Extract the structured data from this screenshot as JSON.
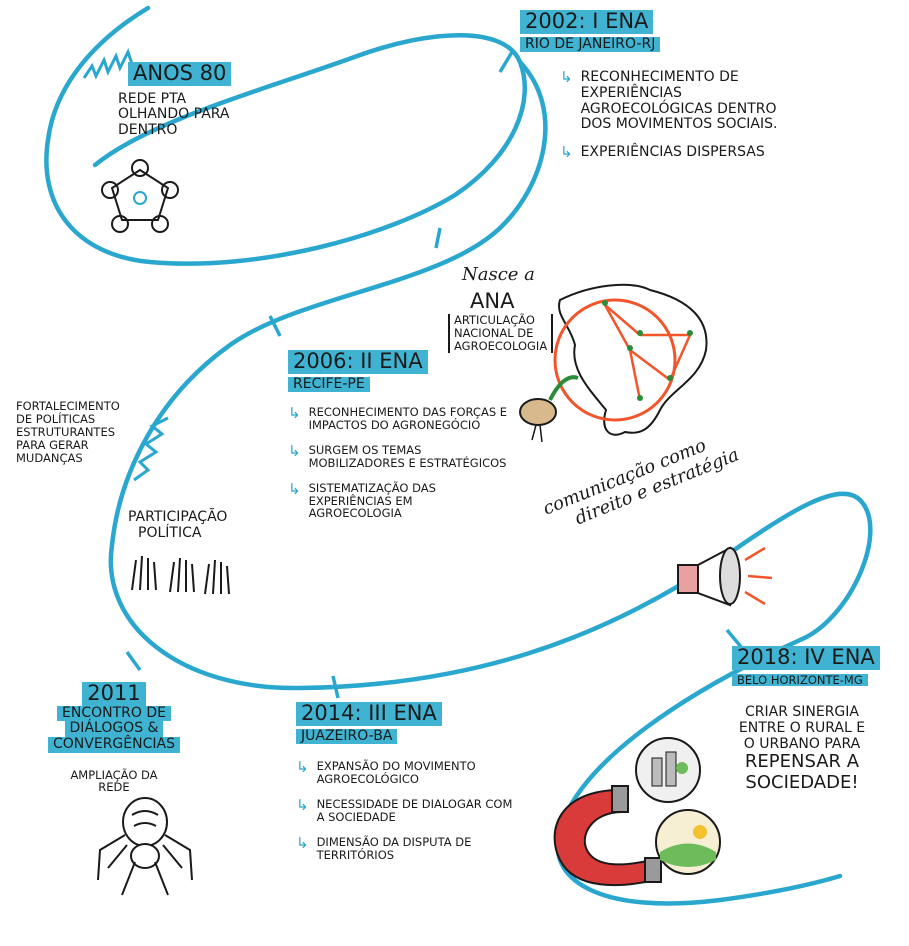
{
  "diagram": {
    "stages": [
      {
        "title": "ANOS 80",
        "lines": [
          "REDE PTA",
          "OLHANDO PARA",
          "DENTRO"
        ]
      },
      {
        "title": "2002: I ENA",
        "subtitle": "RIO DE JANEIRO-RJ",
        "items": [
          "RECONHECIMENTO DE EXPERIÊNCIAS AGROECOLÓGICAS DENTRO DOS MOVIMENTOS SOCIAIS.",
          "EXPERIÊNCIAS DISPERSAS"
        ]
      },
      {
        "title": "2006: II ENA",
        "subtitle": "RECIFE-PE",
        "items": [
          "RECONHECIMENTO DAS FORÇAS E IMPACTOS DO AGRONEGÓCIO",
          "SURGEM OS TEMAS MOBILIZADORES E ESTRATÉGICOS",
          "SISTEMATIZAÇÃO DAS EXPERIÊNCIAS EM AGROECOLOGIA"
        ]
      },
      {
        "title": "2011",
        "lines": [
          "ENCONTRO DE",
          "DIÁLOGOS &",
          "CONVERGÊNCIAS"
        ],
        "note": "AMPLIAÇÃO DA REDE"
      },
      {
        "title": "2014: III ENA",
        "subtitle": "JUAZEIRO-BA",
        "items": [
          "EXPANSÃO DO MOVIMENTO AGROECOLÓGICO",
          "NECESSIDADE DE DIALOGAR COM A SOCIEDADE",
          "DIMENSÃO DA DISPUTA DE TERRITÓRIOS"
        ]
      },
      {
        "title": "2018: IV ENA",
        "subtitle": "BELO HORIZONTE-MG",
        "text": [
          "CRIAR SINERGIA",
          "ENTRE O RURAL E",
          "O URBANO PARA",
          "REPENSAR A",
          "SOCIEDADE!"
        ]
      }
    ],
    "ana": {
      "born": "Nasce a",
      "acronym": "ANA",
      "full": [
        "ARTICULAÇÃO",
        "NACIONAL DE",
        "AGROECOLOGIA"
      ]
    },
    "side_note": [
      "FORTALECIMENTO",
      "DE POLÍTICAS",
      "ESTRUTURANTES",
      "PARA GERAR",
      "MUDANÇAS"
    ],
    "participation": [
      "PARTICIPAÇÃO",
      "POLÍTICA"
    ],
    "communication": [
      "comunicação como",
      "direito e estratégia"
    ],
    "colors": {
      "path": "#2aa7cf",
      "highlight": "#3fb3d1",
      "orange": "#f2552c",
      "ink": "#1a1a1a"
    }
  }
}
